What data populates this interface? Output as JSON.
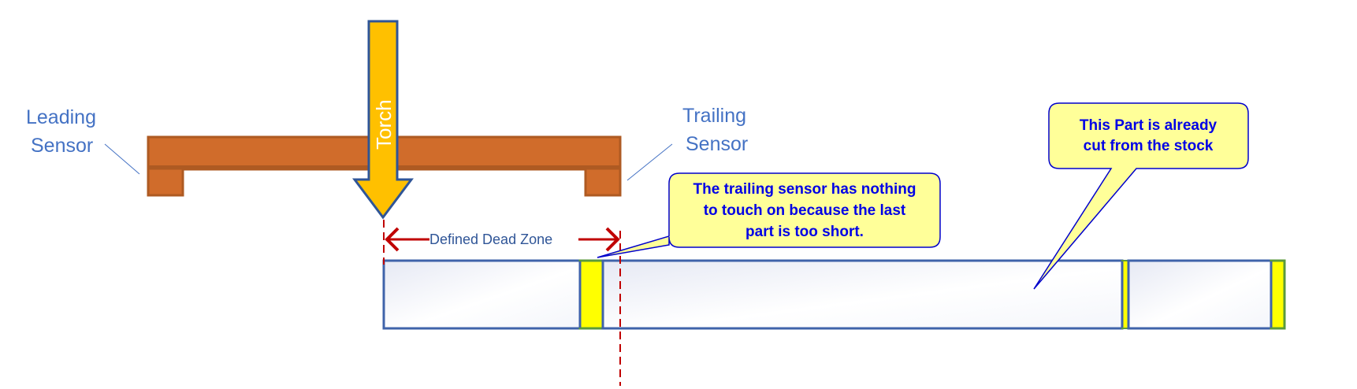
{
  "labels": {
    "leading_sensor": [
      "Leading",
      "Sensor"
    ],
    "trailing_sensor": [
      "Trailing",
      "Sensor"
    ],
    "torch": "Torch",
    "dead_zone": "Defined Dead Zone"
  },
  "callouts": {
    "trailing_sensor_note": [
      "The trailing sensor has nothing",
      "to touch on because the last",
      "part is too short."
    ],
    "cut_part_note": [
      "This Part is already",
      "cut from the stock"
    ]
  },
  "colors": {
    "sensor_bar": "#D06C2B",
    "sensor_bar_edge": "#AE5A22",
    "torch_fill": "#FFC000",
    "torch_outline": "#2F5597",
    "stock_outline": "#3F63AA",
    "kerf_fill": "#FFFF00",
    "kerf_edge": "#5B9A3C",
    "dimension_red": "#C00000",
    "label_blue": "#4472C4",
    "callout_fill": "#FFFF99",
    "callout_text": "#0000E6"
  }
}
